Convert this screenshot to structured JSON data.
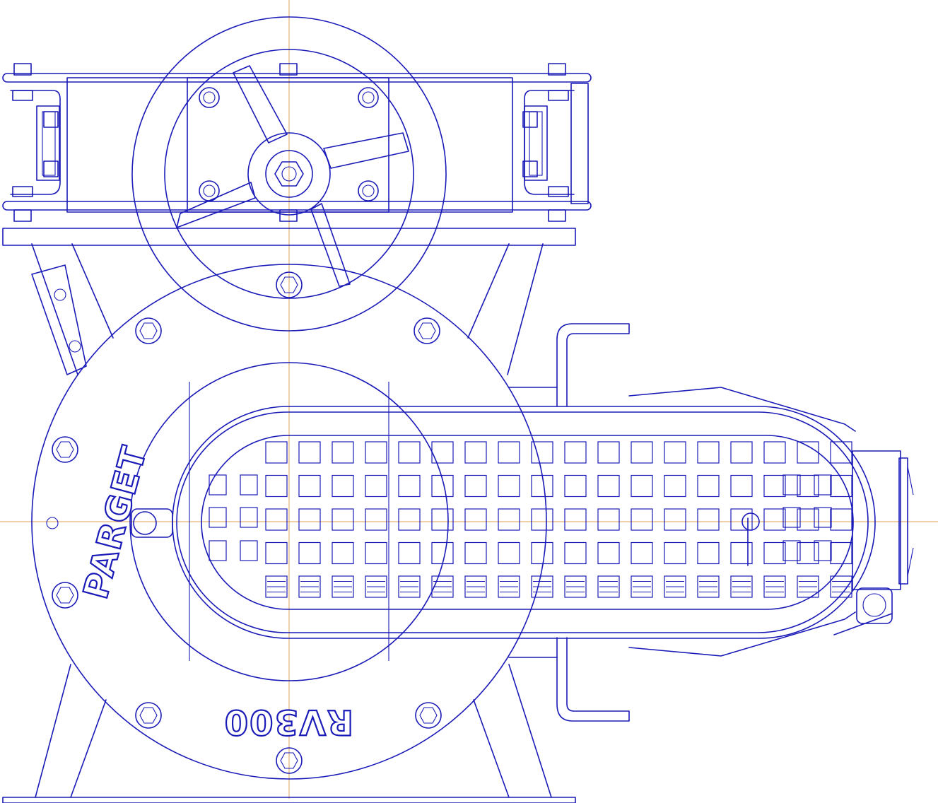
{
  "labels": {
    "brand": "PARGET",
    "model": "RV300"
  },
  "colors": {
    "line": "#1a1ab8",
    "axis": "#e0a050",
    "background": "#ffffff"
  },
  "screen": {
    "rows": 5,
    "columns": 18
  }
}
